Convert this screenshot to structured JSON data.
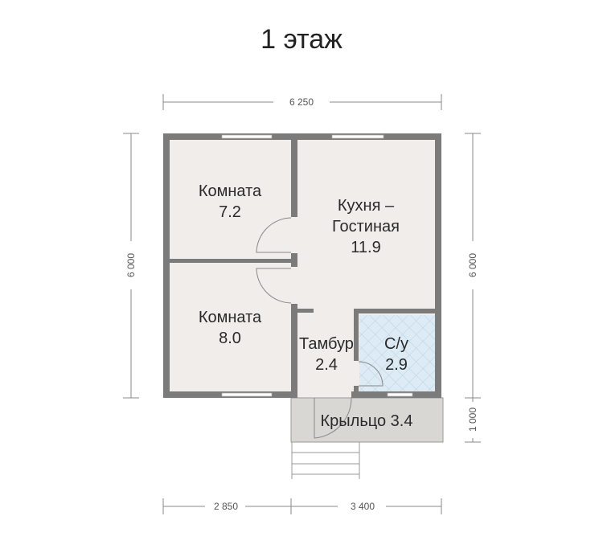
{
  "title": "1 этаж",
  "dimensions": {
    "top": "6 250",
    "left": "6 000",
    "right_main": "6 000",
    "right_porch": "1 000",
    "bottom_left": "2 850",
    "bottom_right": "3 400"
  },
  "rooms": [
    {
      "name": "Комната",
      "area": "7.2"
    },
    {
      "name": "Кухня –",
      "name2": "Гостиная",
      "area": "11.9"
    },
    {
      "name": "Комната",
      "area": "8.0"
    },
    {
      "name": "Тамбур",
      "area": "2.4"
    },
    {
      "name": "С/у",
      "area": "2.9"
    },
    {
      "name": "Крыльцо 3.4"
    }
  ],
  "colors": {
    "wall": "#7b7b7b",
    "floor": "#f0edeb",
    "porch": "#d9d7d4",
    "bath": "#dcebf4"
  }
}
